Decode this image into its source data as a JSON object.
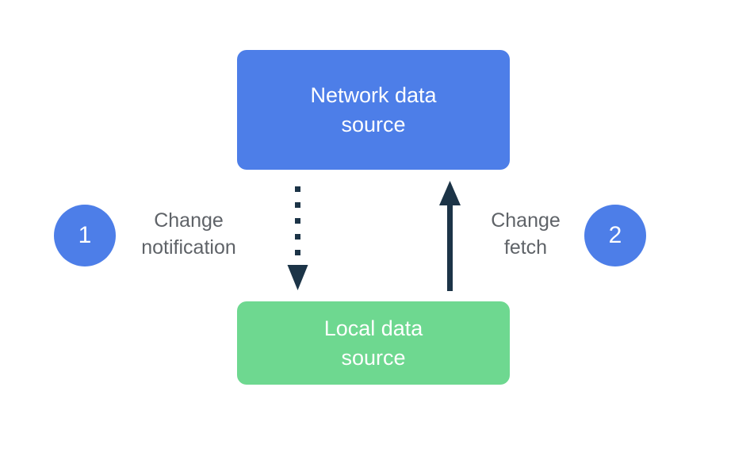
{
  "diagram": {
    "network_box": {
      "label": "Network data\nsource",
      "color": "#4D7EE8",
      "text_color": "#FFFFFF"
    },
    "local_box": {
      "label": "Local data\nsource",
      "color": "#6ED890",
      "text_color": "#FFFFFF"
    },
    "step1": {
      "number": "1",
      "label": "Change\nnotification",
      "arrow": "dotted-down-arrow"
    },
    "step2": {
      "number": "2",
      "label": "Change\nfetch",
      "arrow": "solid-up-arrow"
    },
    "colors": {
      "badge": "#4D7EE8",
      "arrow": "#1C3447",
      "side_label_text": "#5F6368",
      "background": "#FFFFFF"
    }
  }
}
